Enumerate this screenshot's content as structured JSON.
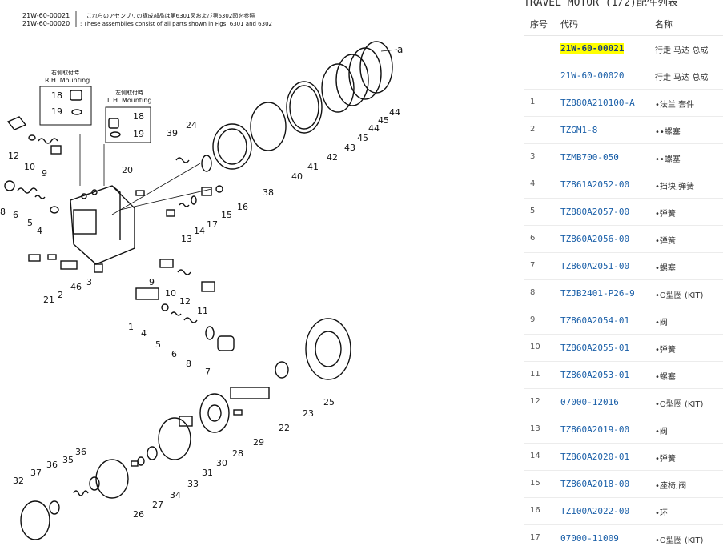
{
  "diagram": {
    "header": {
      "line1_code": "21W-60-00021",
      "line1_text": "これらのアセンブリの構成部品は第6301図および第6302図を参照",
      "line2_code": "21W-60-00020",
      "line2_text": ": These assemblies consist of all parts shown in Figs. 6301 and 6302"
    },
    "rh_box": {
      "title_jp": "右側取付時",
      "title_en": "R.H. Mounting",
      "items": [
        "18",
        "19"
      ]
    },
    "lh_box": {
      "title_jp": "左側取付時",
      "title_en": "L.H. Mounting",
      "items": [
        "18",
        "19"
      ]
    },
    "arrow_label": "a",
    "callouts": [
      "12",
      "10",
      "9",
      "8",
      "6",
      "5",
      "4",
      "3",
      "2",
      "46",
      "21",
      "1",
      "39",
      "24",
      "20",
      "13",
      "14",
      "17",
      "15",
      "16",
      "38",
      "40",
      "41",
      "42",
      "43",
      "45",
      "44",
      "44",
      "45",
      "9",
      "10",
      "12",
      "11",
      "4",
      "5",
      "6",
      "8",
      "7",
      "22",
      "23",
      "25",
      "29",
      "28",
      "30",
      "31",
      "33",
      "34",
      "27",
      "26",
      "35",
      "36",
      "37",
      "32",
      "36"
    ]
  },
  "panel": {
    "title": "TRAVEL MOTOR (1/2)配件列表",
    "columns": {
      "no": "序号",
      "code": "代码",
      "name": "名称"
    },
    "rows": [
      {
        "no": "",
        "code": "21W-60-00021",
        "name": "行走 马达 总成",
        "highlight": true
      },
      {
        "no": "",
        "code": "21W-60-00020",
        "name": "行走 马达 总成"
      },
      {
        "no": "1",
        "code": "TZ880A210100-A",
        "name": "•法兰 套件"
      },
      {
        "no": "2",
        "code": "TZGM1-8",
        "name": "••螺塞"
      },
      {
        "no": "3",
        "code": "TZMB700-050",
        "name": "••螺塞"
      },
      {
        "no": "4",
        "code": "TZ861A2052-00",
        "name": "•挡块,弹簧"
      },
      {
        "no": "5",
        "code": "TZ880A2057-00",
        "name": "•弹簧"
      },
      {
        "no": "6",
        "code": "TZ860A2056-00",
        "name": "•弹簧"
      },
      {
        "no": "7",
        "code": "TZ860A2051-00",
        "name": "•螺塞"
      },
      {
        "no": "8",
        "code": "TZJB2401-P26-9",
        "name": "•O型圈 (KIT)"
      },
      {
        "no": "9",
        "code": "TZ860A2054-01",
        "name": "•阀"
      },
      {
        "no": "10",
        "code": "TZ860A2055-01",
        "name": "•弹簧"
      },
      {
        "no": "11",
        "code": "TZ860A2053-01",
        "name": "•螺塞"
      },
      {
        "no": "12",
        "code": "07000-12016",
        "name": "•O型圈 (KIT)"
      },
      {
        "no": "13",
        "code": "TZ860A2019-00",
        "name": "•阀"
      },
      {
        "no": "14",
        "code": "TZ860A2020-01",
        "name": "•弹簧"
      },
      {
        "no": "15",
        "code": "TZ860A2018-00",
        "name": "•座椅,阀"
      },
      {
        "no": "16",
        "code": "TZ100A2022-00",
        "name": "•环"
      },
      {
        "no": "17",
        "code": "07000-11009",
        "name": "•O型圈 (KIT)"
      }
    ]
  }
}
